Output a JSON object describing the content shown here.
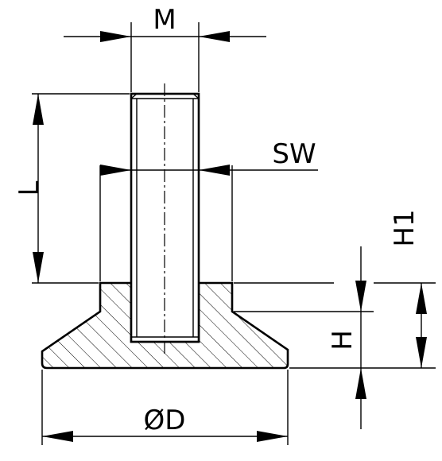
{
  "labels": {
    "m": "M",
    "sw": "SW",
    "l": "L",
    "h1": "H1",
    "h": "H",
    "d": "ØD"
  }
}
